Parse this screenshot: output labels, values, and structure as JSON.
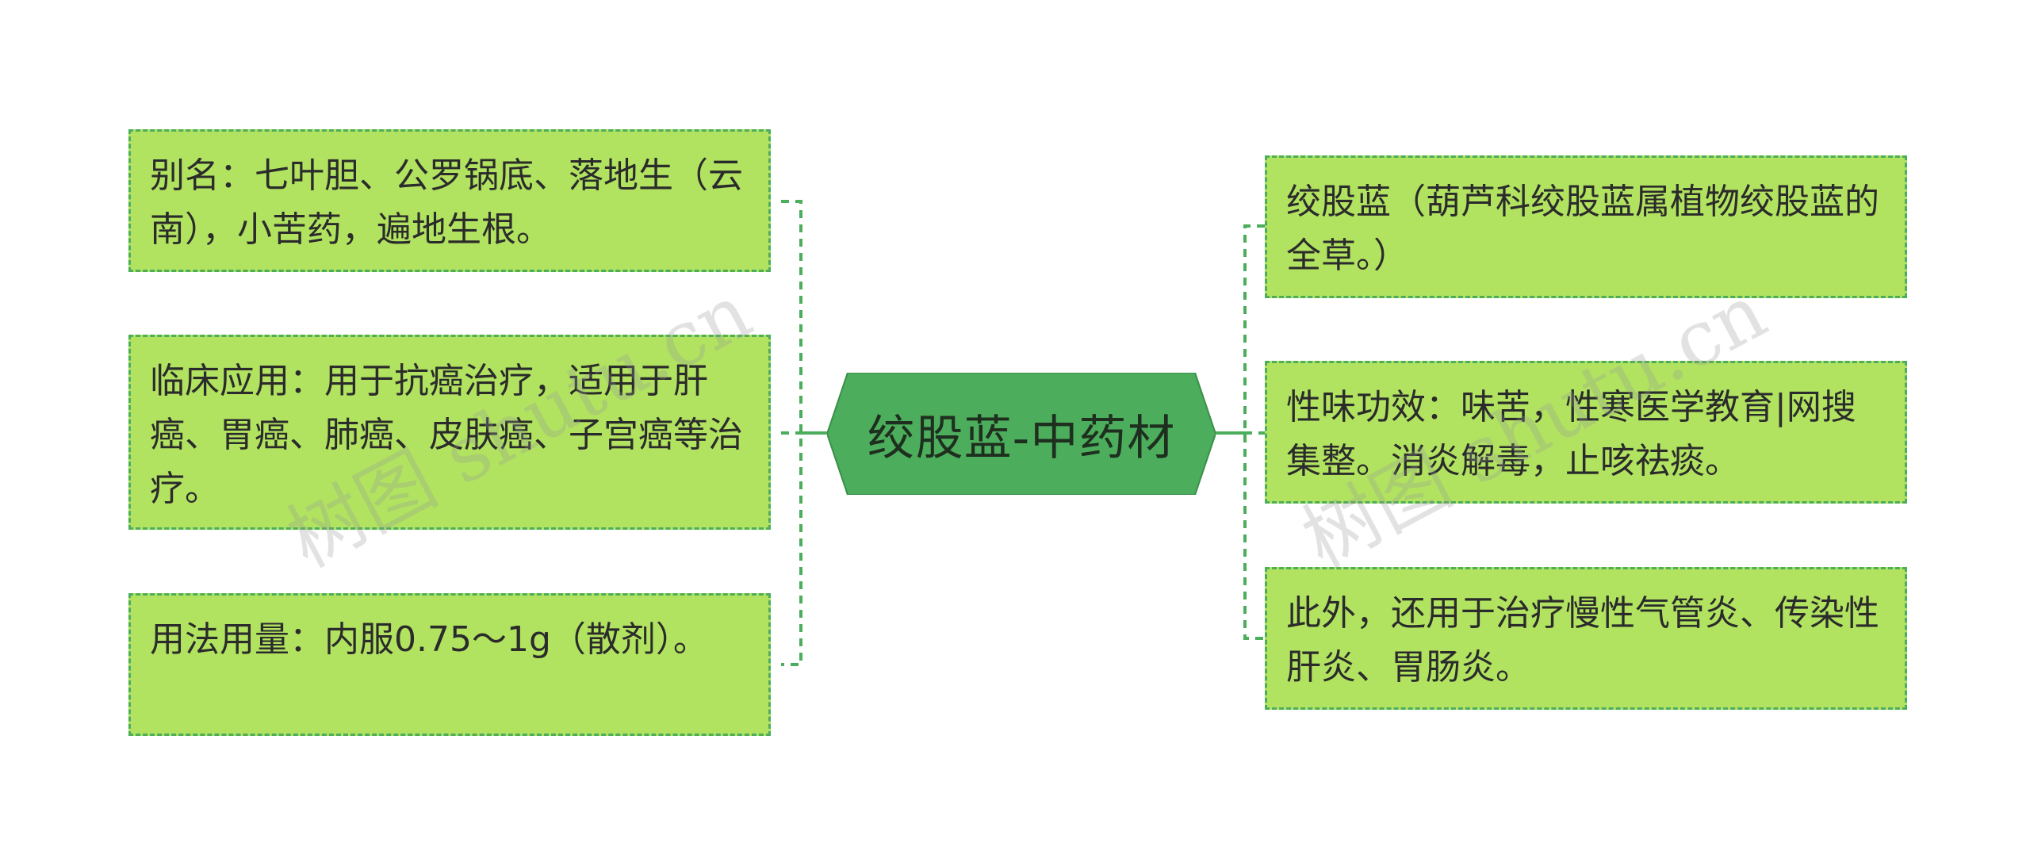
{
  "central": {
    "label": "绞股蓝-中药材"
  },
  "colors": {
    "background": "#ffffff",
    "central_fill": "#4cae5c",
    "central_border": "#3a8f49",
    "topic_fill": "#b1e361",
    "topic_border": "#4cae5c",
    "connector": "#4cae5c"
  },
  "left_topics": [
    {
      "text": "别名：七叶胆、公罗锅底、落地生（云南），小苦药，遍地生根。"
    },
    {
      "text": "临床应用：用于抗癌治疗，适用于肝癌、胃癌、肺癌、皮肤癌、子宫癌等治疗。"
    },
    {
      "text": "用法用量：内服0.75～1g（散剂）。"
    }
  ],
  "right_topics": [
    {
      "text": "绞股蓝（葫芦科绞股蓝属植物绞股蓝的全草。）"
    },
    {
      "text": "性味功效：味苦，性寒医学教育|网搜集整。消炎解毒，止咳祛痰。"
    },
    {
      "text": "此外，还用于治疗慢性气管炎、传染性肝炎、胃肠炎。"
    }
  ],
  "watermarks": [
    {
      "text": "树图 shutu.cn"
    },
    {
      "text": "树图 shutu.cn"
    }
  ]
}
